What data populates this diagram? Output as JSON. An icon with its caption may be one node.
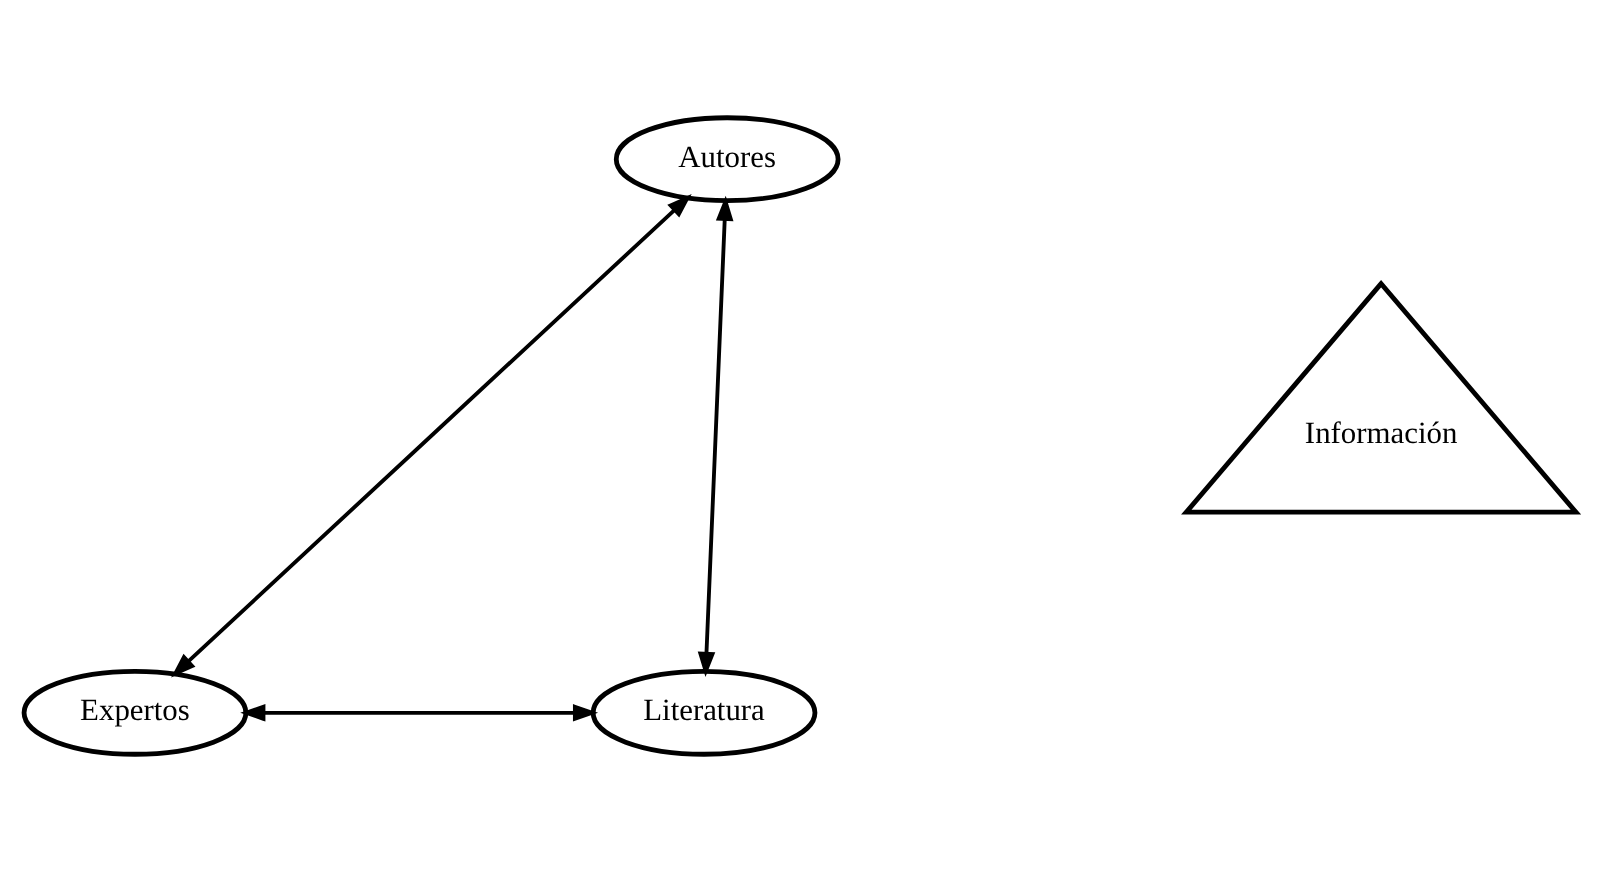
{
  "diagram": {
    "nodes": [
      {
        "text": [
          "Autores"
        ]
      },
      {
        "text": [
          "Expertos"
        ]
      },
      {
        "text": [
          "Literatura"
        ]
      },
      {
        "text": [
          "Información"
        ]
      }
    ],
    "edges": [
      {
        "from": 0,
        "to": 1,
        "arrow": "both"
      },
      {
        "from": 0,
        "to": 2,
        "arrow": "both"
      },
      {
        "from": 1,
        "to": 2,
        "arrow": "both"
      }
    ]
  }
}
